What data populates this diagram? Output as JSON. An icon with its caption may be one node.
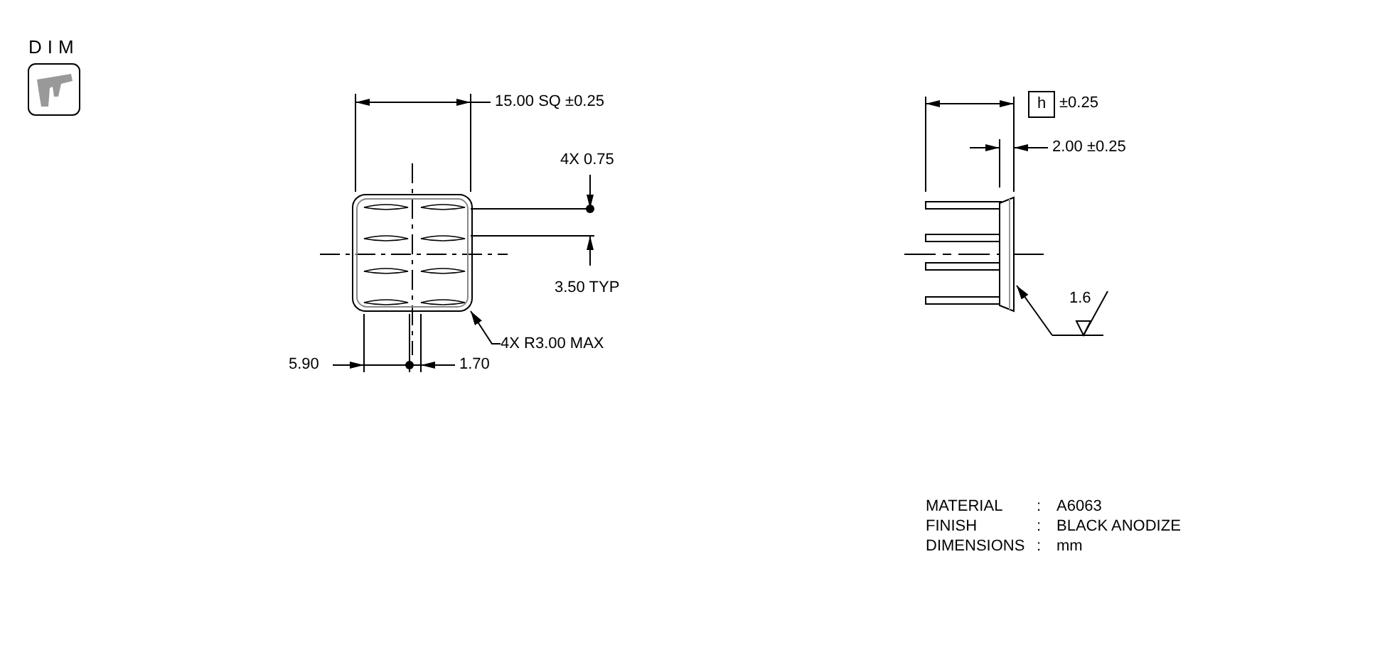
{
  "diagram": {
    "nodes": [
      {
        "text": [],
        "shape": "picture"
      },
      {
        "text": [
          "4X R3.00 MAX"
        ]
      },
      {
        "text": [],
        "shape": "picture"
      },
      {
        "text": [
          "1.6"
        ]
      }
    ],
    "edges": [
      {
        "from": 1,
        "to": 0,
        "arrow": "to"
      },
      {
        "from": 3,
        "to": 2,
        "arrow": "to"
      }
    ],
    "labels": [
      "DIM",
      "15.00 SQ ±0.25",
      "4X 0.75",
      "3.50 TYP",
      "5.90",
      "1.70",
      "h",
      "±0.25",
      "2.00 ±0.25",
      "MATERIAL",
      ":",
      "A6063",
      "FINISH",
      ":",
      "BLACK ANODIZE",
      "DIMENSIONS",
      ":",
      "mm"
    ]
  }
}
